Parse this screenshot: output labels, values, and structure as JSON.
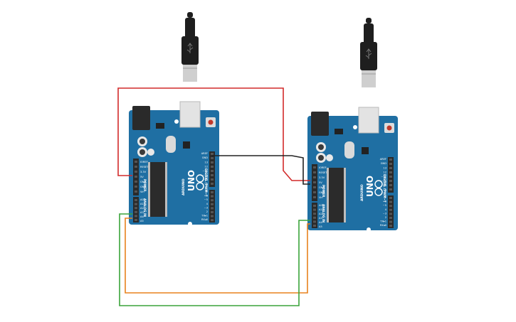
{
  "boards": [
    {
      "id": "arduino-uno-1",
      "brand": "ARDUINO",
      "model": "UNO",
      "power_header_label": "POWER",
      "analog_header_label": "ANALOG IN",
      "digital_header_label": "DIGITAL (PWM~)",
      "power_pins": [
        "IOREF",
        "RESET",
        "3.3V",
        "5V",
        "GND",
        "GND",
        "Vin"
      ],
      "analog_pins": [
        "A0",
        "A1",
        "A2",
        "A3",
        "A4",
        "A5"
      ],
      "digital_top_pins": [
        "AREF",
        "GND",
        "13",
        "12",
        "~11",
        "~10",
        "~9",
        "8"
      ],
      "digital_bottom_pins": [
        "7",
        "~6",
        "~5",
        "4",
        "~3",
        "2",
        "TX▸1",
        "RX◂0"
      ]
    },
    {
      "id": "arduino-uno-2",
      "brand": "ARDUINO",
      "model": "UNO",
      "power_header_label": "POWER",
      "analog_header_label": "ANALOG IN",
      "digital_header_label": "DIGITAL (PWM~)",
      "power_pins": [
        "IOREF",
        "RESET",
        "3.3V",
        "5V",
        "GND",
        "GND",
        "Vin"
      ],
      "analog_pins": [
        "A0",
        "A1",
        "A2",
        "A3",
        "A4",
        "A5"
      ],
      "digital_top_pins": [
        "AREF",
        "GND",
        "13",
        "12",
        "~11",
        "~10",
        "~9",
        "8"
      ],
      "digital_bottom_pins": [
        "7",
        "~6",
        "~5",
        "4",
        "~3",
        "2",
        "TX▸1",
        "RX◂0"
      ]
    }
  ],
  "wires": [
    {
      "name": "red-wire",
      "color": "#d22a2a",
      "from": "board1.5V",
      "to": "board2.5V"
    },
    {
      "name": "black-wire",
      "color": "#222222",
      "from": "board1.GND",
      "to": "board2.GND"
    },
    {
      "name": "orange-wire",
      "color": "#e8821e",
      "from": "board1.A4",
      "to": "board2.A4"
    },
    {
      "name": "green-wire",
      "color": "#3aa43a",
      "from": "board1.A5",
      "to": "board2.A5"
    }
  ],
  "colors": {
    "board": "#1f6fa3",
    "board_dark": "#155782",
    "header": "#2a2a2a",
    "usb_cable": "#1e1e1e",
    "usb_connector": "#e6e6e6",
    "reset_button": "#c0392b"
  }
}
